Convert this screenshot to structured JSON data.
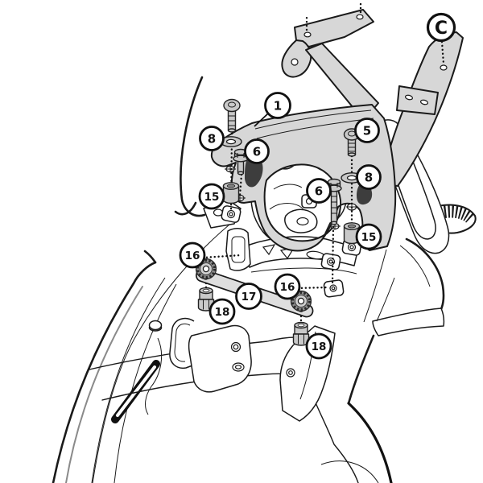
{
  "diagram": {
    "type": "exploded-assembly-instruction",
    "callouts": {
      "n1": "1",
      "n5": "5",
      "n6": "6",
      "n8": "8",
      "n15": "15",
      "n16": "16",
      "n17": "17",
      "n18": "18",
      "ref": "C"
    },
    "colors": {
      "background": "#ffffff",
      "line": "#1a1a1a",
      "part_gray": "#d7d7d7",
      "fastener_gray": "#c9c9c9",
      "dark_detail": "#3d3d3d"
    }
  }
}
